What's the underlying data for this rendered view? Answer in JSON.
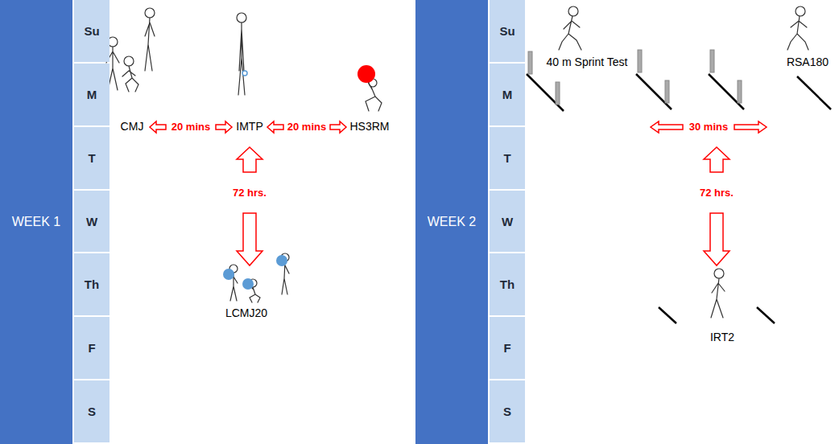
{
  "diagram": {
    "nodes": [
      {
        "text": [
          "WEEK 1"
        ]
      },
      {
        "text": [
          "Su"
        ]
      },
      {
        "text": [
          "M"
        ]
      },
      {
        "text": [
          "T"
        ]
      },
      {
        "text": [
          "W"
        ]
      },
      {
        "text": [
          "Th"
        ]
      },
      {
        "text": [
          "F"
        ]
      },
      {
        "text": [
          "S"
        ]
      },
      {
        "text": [
          "WEEK 2"
        ]
      },
      {
        "text": [
          "Su"
        ]
      },
      {
        "text": [
          "M"
        ]
      },
      {
        "text": [
          "T"
        ]
      },
      {
        "text": [
          "W"
        ]
      },
      {
        "text": [
          "Th"
        ]
      },
      {
        "text": [
          "F"
        ]
      },
      {
        "text": [
          "S"
        ]
      }
    ],
    "labels": [
      "CMJ",
      "20 mins",
      "IMTP",
      "20 mins",
      "HS3RM",
      "72 hrs.",
      "LCMJ20",
      "40 m Sprint Test",
      "30 mins",
      "RSA180",
      "72 hrs.",
      "IRT2"
    ]
  }
}
